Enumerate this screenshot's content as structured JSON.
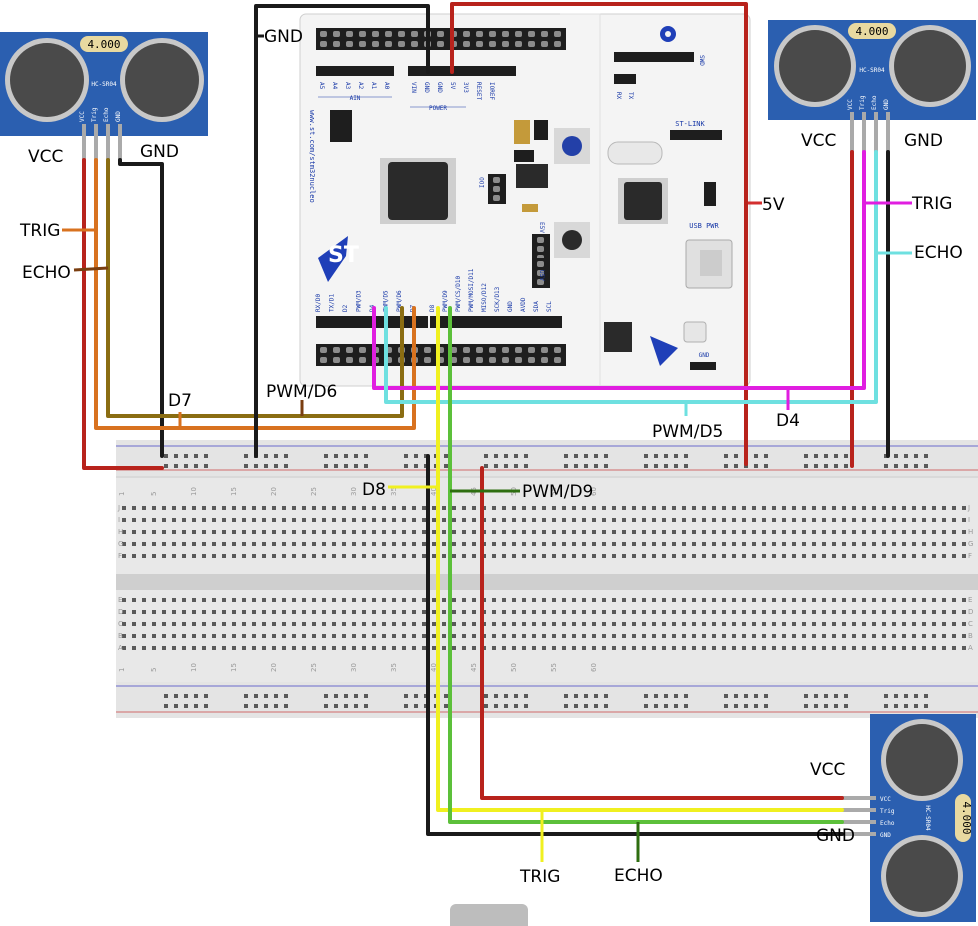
{
  "board": {
    "website": "www.st.com/stm32nucleo",
    "logo": "ST",
    "ain_group": "AIN",
    "ain_pins": [
      "A5",
      "A4",
      "A3",
      "A2",
      "A1",
      "A0"
    ],
    "power_group": "POWER",
    "power_pins": [
      "VIN",
      "GND",
      "GND",
      "5V",
      "3V3",
      "RESET",
      "IOREF"
    ],
    "digital_pins": [
      "RX/D0",
      "TX/D1",
      "D2",
      "PWM/D3",
      "D4",
      "PWM/D5",
      "PWM/D6",
      "D7",
      "D8",
      "PWM/D9",
      "PWM/CS/D10",
      "PWM/MOSI/D11",
      "MISO/D12",
      "SCK/D13",
      "GND",
      "AVDD",
      "SDA",
      "SCL"
    ],
    "st_link": "ST-LINK",
    "usb_pwr": "USB PWR",
    "gnd": "GND",
    "swd": "SWD",
    "rx": "RX",
    "tx": "TX",
    "e5v": "E5V",
    "u5v": "U5V",
    "ioo": "IOO"
  },
  "sensors": {
    "model": "HC-SR04",
    "display": "4.000",
    "pins": [
      "VCC",
      "Trig",
      "Echo",
      "GND"
    ]
  },
  "breadboard": {
    "column_numbers": [
      "1",
      "5",
      "10",
      "15",
      "20",
      "25",
      "30",
      "35",
      "40",
      "45",
      "50",
      "55",
      "60"
    ],
    "row_letters_top": [
      "J",
      "I",
      "H",
      "G",
      "F"
    ],
    "row_letters_bottom": [
      "E",
      "D",
      "C",
      "B",
      "A"
    ]
  },
  "labels": {
    "left_vcc": "VCC",
    "left_gnd": "GND",
    "left_trig": "TRIG",
    "left_echo": "ECHO",
    "top_gnd": "GND",
    "five_v": "5V",
    "d7": "D7",
    "pwm_d6": "PWM/D6",
    "pwm_d5": "PWM/D5",
    "d4": "D4",
    "d8": "D8",
    "pwm_d9": "PWM/D9",
    "right_vcc": "VCC",
    "right_gnd": "GND",
    "right_trig": "TRIG",
    "right_echo": "ECHO",
    "bottom_vcc": "VCC",
    "bottom_gnd": "GND",
    "bottom_trig": "TRIG",
    "bottom_echo": "ECHO"
  },
  "colors": {
    "sensor_blue": "#2b5fb0",
    "board_white": "#f4f4f4",
    "breadboard": "#dcdcdc",
    "wire_red": "#b8231c",
    "wire_black": "#1a1a1a",
    "wire_orange": "#d8721f",
    "wire_olive": "#8a6d12",
    "wire_magenta": "#e01ee0",
    "wire_cyan": "#6ee0e0",
    "wire_yellow": "#f0f020",
    "wire_green": "#5cc03a",
    "wire_darkgreen": "#2e6e10",
    "wire_brown": "#7a3e10"
  }
}
